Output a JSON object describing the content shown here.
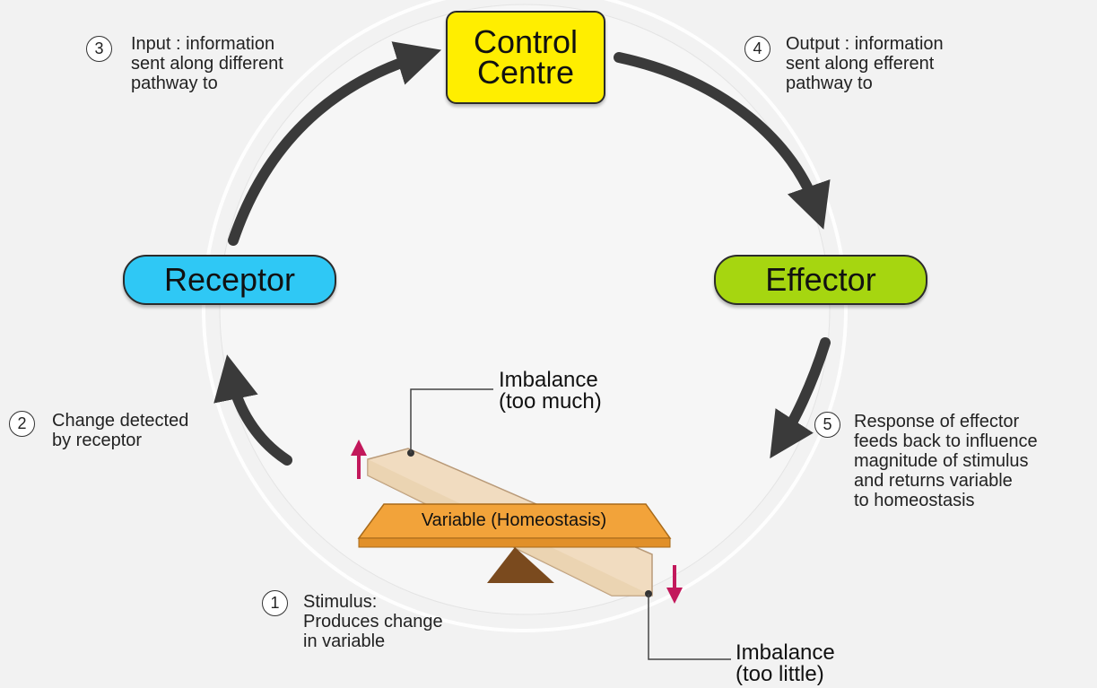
{
  "nodes": {
    "control_line1": "Control",
    "control_line2": "Centre",
    "receptor": "Receptor",
    "effector": "Effector"
  },
  "steps": [
    {
      "num": "1",
      "lines": [
        "Stimulus:",
        "Produces change",
        "in variable"
      ]
    },
    {
      "num": "2",
      "lines": [
        "Change detected",
        "by receptor"
      ]
    },
    {
      "num": "3",
      "lines": [
        "Input : information",
        "sent along different",
        "pathway to"
      ]
    },
    {
      "num": "4",
      "lines": [
        "Output : information",
        "sent along efferent",
        "pathway to"
      ]
    },
    {
      "num": "5",
      "lines": [
        "Response of effector",
        "feeds back to influence",
        "magnitude of stimulus",
        "and returns variable",
        "to homeostasis"
      ]
    }
  ],
  "imbalance_high": [
    "Imbalance",
    "(too much)"
  ],
  "imbalance_low": [
    "Imbalance",
    "(too little)"
  ],
  "variable_label": "Variable (Homeostasis)",
  "colors": {
    "control": "#ffee00",
    "receptor": "#2fc8f5",
    "effector": "#a6d610",
    "variable": "#f2a33a",
    "fulcrum": "#7a4a1e",
    "arrow": "#3a3a3a",
    "updown_arrow": "#c2185b",
    "plank": "#f1dcc0"
  }
}
